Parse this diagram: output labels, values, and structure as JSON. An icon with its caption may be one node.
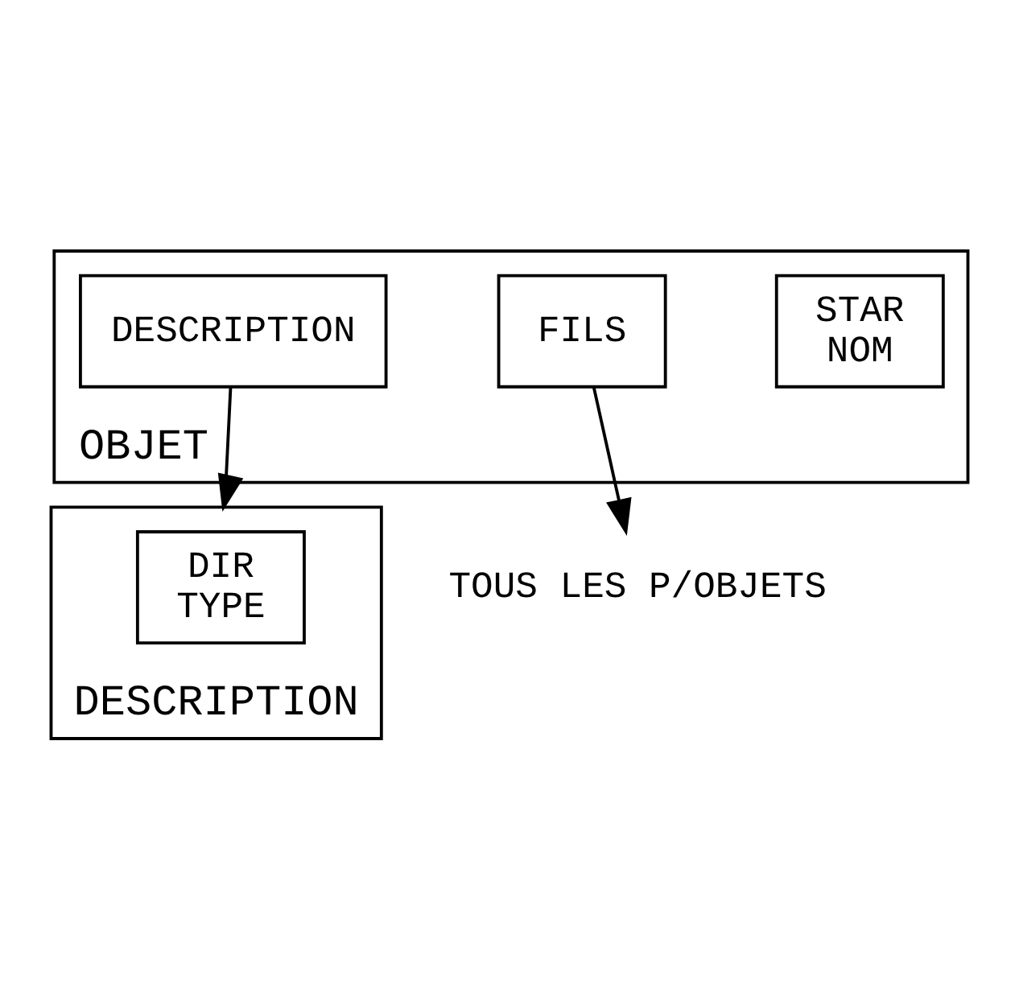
{
  "diagram": {
    "nodes": [
      {
        "text": [
          "OBJET"
        ]
      },
      {
        "text": [
          "STAR",
          "NOM"
        ],
        "in": 0
      },
      {
        "text": [
          "DESCRIPTION"
        ],
        "in": 0
      },
      {
        "text": [
          "FILS"
        ],
        "in": 0
      },
      {
        "text": [
          "DESCRIPTION"
        ]
      },
      {
        "text": [
          "DIR",
          "TYPE"
        ],
        "in": 4
      },
      {
        "text": [
          "TOUS LES P/OBJETS"
        ]
      }
    ],
    "edges": [
      {
        "from": 2,
        "to": 4,
        "arrow": "to"
      },
      {
        "from": 3,
        "to": 6,
        "arrow": "to"
      }
    ]
  }
}
